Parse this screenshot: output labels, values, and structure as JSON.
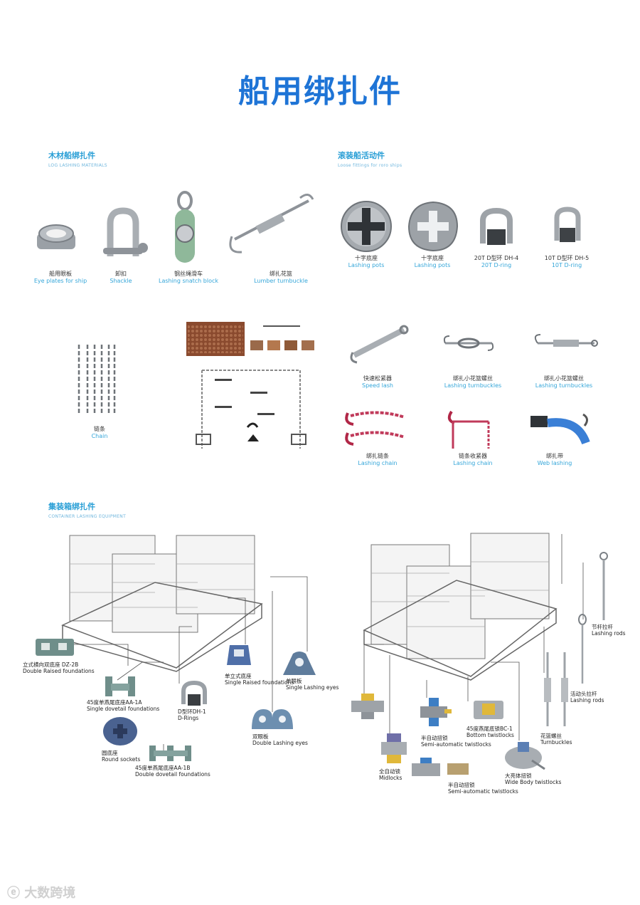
{
  "title": "船用绑扎件",
  "log_section": {
    "title_cn": "木材船绑扎件",
    "title_en": "LOG LASHING MATERIALS",
    "items": [
      {
        "cn": "船用眼板",
        "en": "Eye plates for ship"
      },
      {
        "cn": "卸扣",
        "en": "Shackle"
      },
      {
        "cn": "钢丝绳滑车",
        "en": "Lashing snatch block"
      },
      {
        "cn": "绑扎花篮",
        "en": "Lumber turnbuckle"
      },
      {
        "cn": "链条",
        "en": "Chain"
      }
    ]
  },
  "roro_section": {
    "title_cn": "滚装船活动件",
    "title_en": "Loose fittings for roro ships",
    "items": [
      {
        "cn": "十字底座",
        "en": "Lashing pots"
      },
      {
        "cn": "十字底座",
        "en": "Lashing pots"
      },
      {
        "cn": "20T D型环 DH-4",
        "en": "20T D-ring"
      },
      {
        "cn": "10T D型环 DH-5",
        "en": "10T D-ring"
      },
      {
        "cn": "快速松紧器",
        "en": "Speed lash"
      },
      {
        "cn": "绑扎小花篮螺丝",
        "en": "Lashing turnbuckles"
      },
      {
        "cn": "绑扎小花篮螺丝",
        "en": "Lashing turnbuckles"
      },
      {
        "cn": "绑扎链条",
        "en": "Lashing chain"
      },
      {
        "cn": "链条收紧器",
        "en": "Lashing chain"
      },
      {
        "cn": "绑扎带",
        "en": "Web lashing"
      }
    ]
  },
  "container_section": {
    "title_cn": "集装箱绑扎件",
    "title_en": "CONTAINER LASHING EQUIPMENT",
    "left_labels": [
      {
        "cn": "立式横向双底座 DZ-2B",
        "en": "Double Raised foundations"
      },
      {
        "cn": "45度单燕尾底座AA-1A",
        "en": "Single dovetail foundations"
      },
      {
        "cn": "圆底座",
        "en": "Round sockets"
      },
      {
        "cn": "45度单燕尾底座AA-1B",
        "en": "Double dovetail foundations"
      },
      {
        "cn": "D型环DH-1",
        "en": "D-Rings"
      },
      {
        "cn": "单立式底座",
        "en": "Single Raised foundations"
      },
      {
        "cn": "单眼板",
        "en": "Single Lashing eyes"
      },
      {
        "cn": "双眼板",
        "en": "Double Lashing eyes"
      }
    ],
    "right_labels": [
      {
        "cn": "节杆拉杆",
        "en": "Lashing rods"
      },
      {
        "cn": "活动头拉杆",
        "en": "Lashing rods"
      },
      {
        "cn": "花篮螺丝",
        "en": "Turnbuckles"
      },
      {
        "cn": "45度燕尾底锁BC-1",
        "en": "Bottom twistlocks"
      },
      {
        "cn": "半自动扭锁",
        "en": "Semi-automatic twistlocks"
      },
      {
        "cn": "全自动锁",
        "en": "Midlocks"
      },
      {
        "cn": "半自动扭锁",
        "en": "Semi-automatic twistlocks"
      },
      {
        "cn": "大亮体扭锁",
        "en": "Wide Body twistlocks"
      }
    ]
  },
  "watermark": "大数跨境",
  "colors": {
    "title": "#1e74d6",
    "section": "#2a9fd6",
    "caption_en": "#35a6d9"
  }
}
